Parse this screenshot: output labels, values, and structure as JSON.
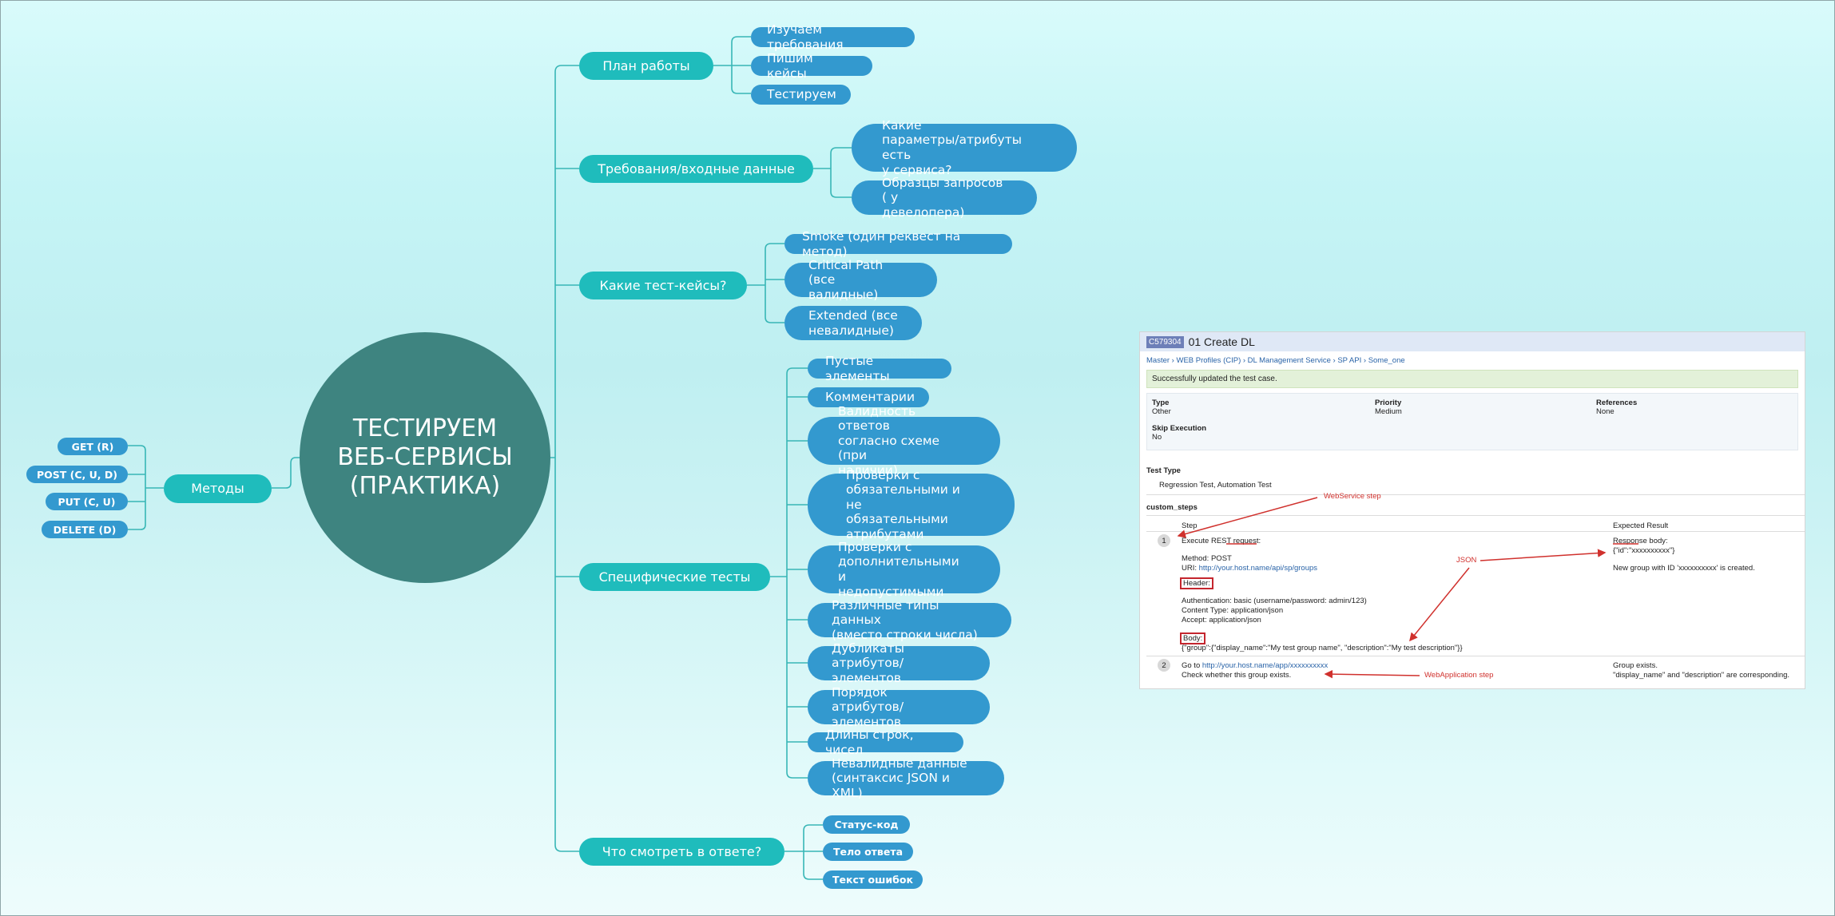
{
  "center": {
    "title": "ТЕСТИРУЕМ\nВЕБ-СЕРВИСЫ\n(ПРАКТИКА)"
  },
  "left_branch": {
    "label": "Методы",
    "items": [
      "GET (R)",
      "POST (C, U, D)",
      "PUT (C, U)",
      "DELETE (D)"
    ]
  },
  "branches": [
    {
      "label": "План работы",
      "items": [
        "Изучаем требования",
        "Пишим кейсы",
        "Тестируем"
      ]
    },
    {
      "label": "Требования/входные данные",
      "items": [
        "Какие\nпараметры/атрибуты есть\nу сервиса?",
        "Образцы запросов ( у\nдевелопера)"
      ]
    },
    {
      "label": "Какие тест-кейсы?",
      "items": [
        "Smoke (один реквест на метод)",
        "Critical Path (все\nвалидные)",
        "Extended (все\nневалидные)"
      ]
    },
    {
      "label": "Специфические тесты",
      "items": [
        "Пустые элементы",
        "Комментарии",
        "Валидность ответов\nсогласно схеме (при\nналичии)",
        "Проверки с\nобязательными и не\nобязательными\nатрибутами",
        "Проверки с\nдополнительными и\nнедопустимыми",
        "Различные типы данных\n(вместо строки числа)",
        "Дубликаты\nатрибутов/элементов",
        "Порядок\nатрибутов/элементов",
        "Длины строк, чисел",
        "Невалидные данные\n(синтаксис JSON и XML)"
      ]
    },
    {
      "label": "Что смотреть в ответе?",
      "items": [
        "Статус-код",
        "Тело ответа",
        "Текст ошибок"
      ]
    }
  ],
  "screenshot": {
    "case_id": "C579304",
    "case_title": "01 Create DL",
    "breadcrumb": "Master › WEB Profiles (CIP) › DL Management Service › SP API › Some_one",
    "success": "Successfully updated the test case.",
    "props": {
      "type_label": "Type",
      "type_value": "Other",
      "priority_label": "Priority",
      "priority_value": "Medium",
      "references_label": "References",
      "references_value": "None",
      "skip_label": "Skip Execution",
      "skip_value": "No"
    },
    "test_type_label": "Test Type",
    "test_type_value": "Regression Test, Automation Test",
    "custom_steps_label": "custom_steps",
    "col_step": "Step",
    "col_expected": "Expected Result",
    "step1_num": "1",
    "step1_line1": "Execute REST request:",
    "step1_method": "Method: POST",
    "step1_uri_label": "URI: ",
    "step1_uri": "http://your.host.name/api/sp/groups",
    "step1_header": "Header:",
    "step1_auth": "Authentication: basic (username/password: admin/123)",
    "step1_ctype": "Content Type: application/json",
    "step1_accept": "Accept: application/json",
    "step1_body": "Body:",
    "step1_body_value": "{\"group\":{\"display_name\":\"My test group name\", \"description\":\"My test description\"}}",
    "exp1_line1": "Response body:",
    "exp1_line2": "{\"id\":\"xxxxxxxxxx\"}",
    "exp1_line3": "New group with ID 'xxxxxxxxxx' is created.",
    "step2_num": "2",
    "step2_go": "Go to ",
    "step2_url": "http://your.host.name/app/xxxxxxxxxx",
    "step2_check": "Check whether this group exists.",
    "exp2_line1": "Group exists.",
    "exp2_line2": "\"display_name\" and \"description\" are corresponding.",
    "ann_webservice": "WebService step",
    "ann_json": "JSON",
    "ann_webapp": "WebApplication step"
  },
  "colors": {
    "branch": "#1fbcbc",
    "leaf": "#3399cf",
    "center": "#3e8480",
    "connector": "#38b6b6",
    "annotation": "#d0312d"
  }
}
